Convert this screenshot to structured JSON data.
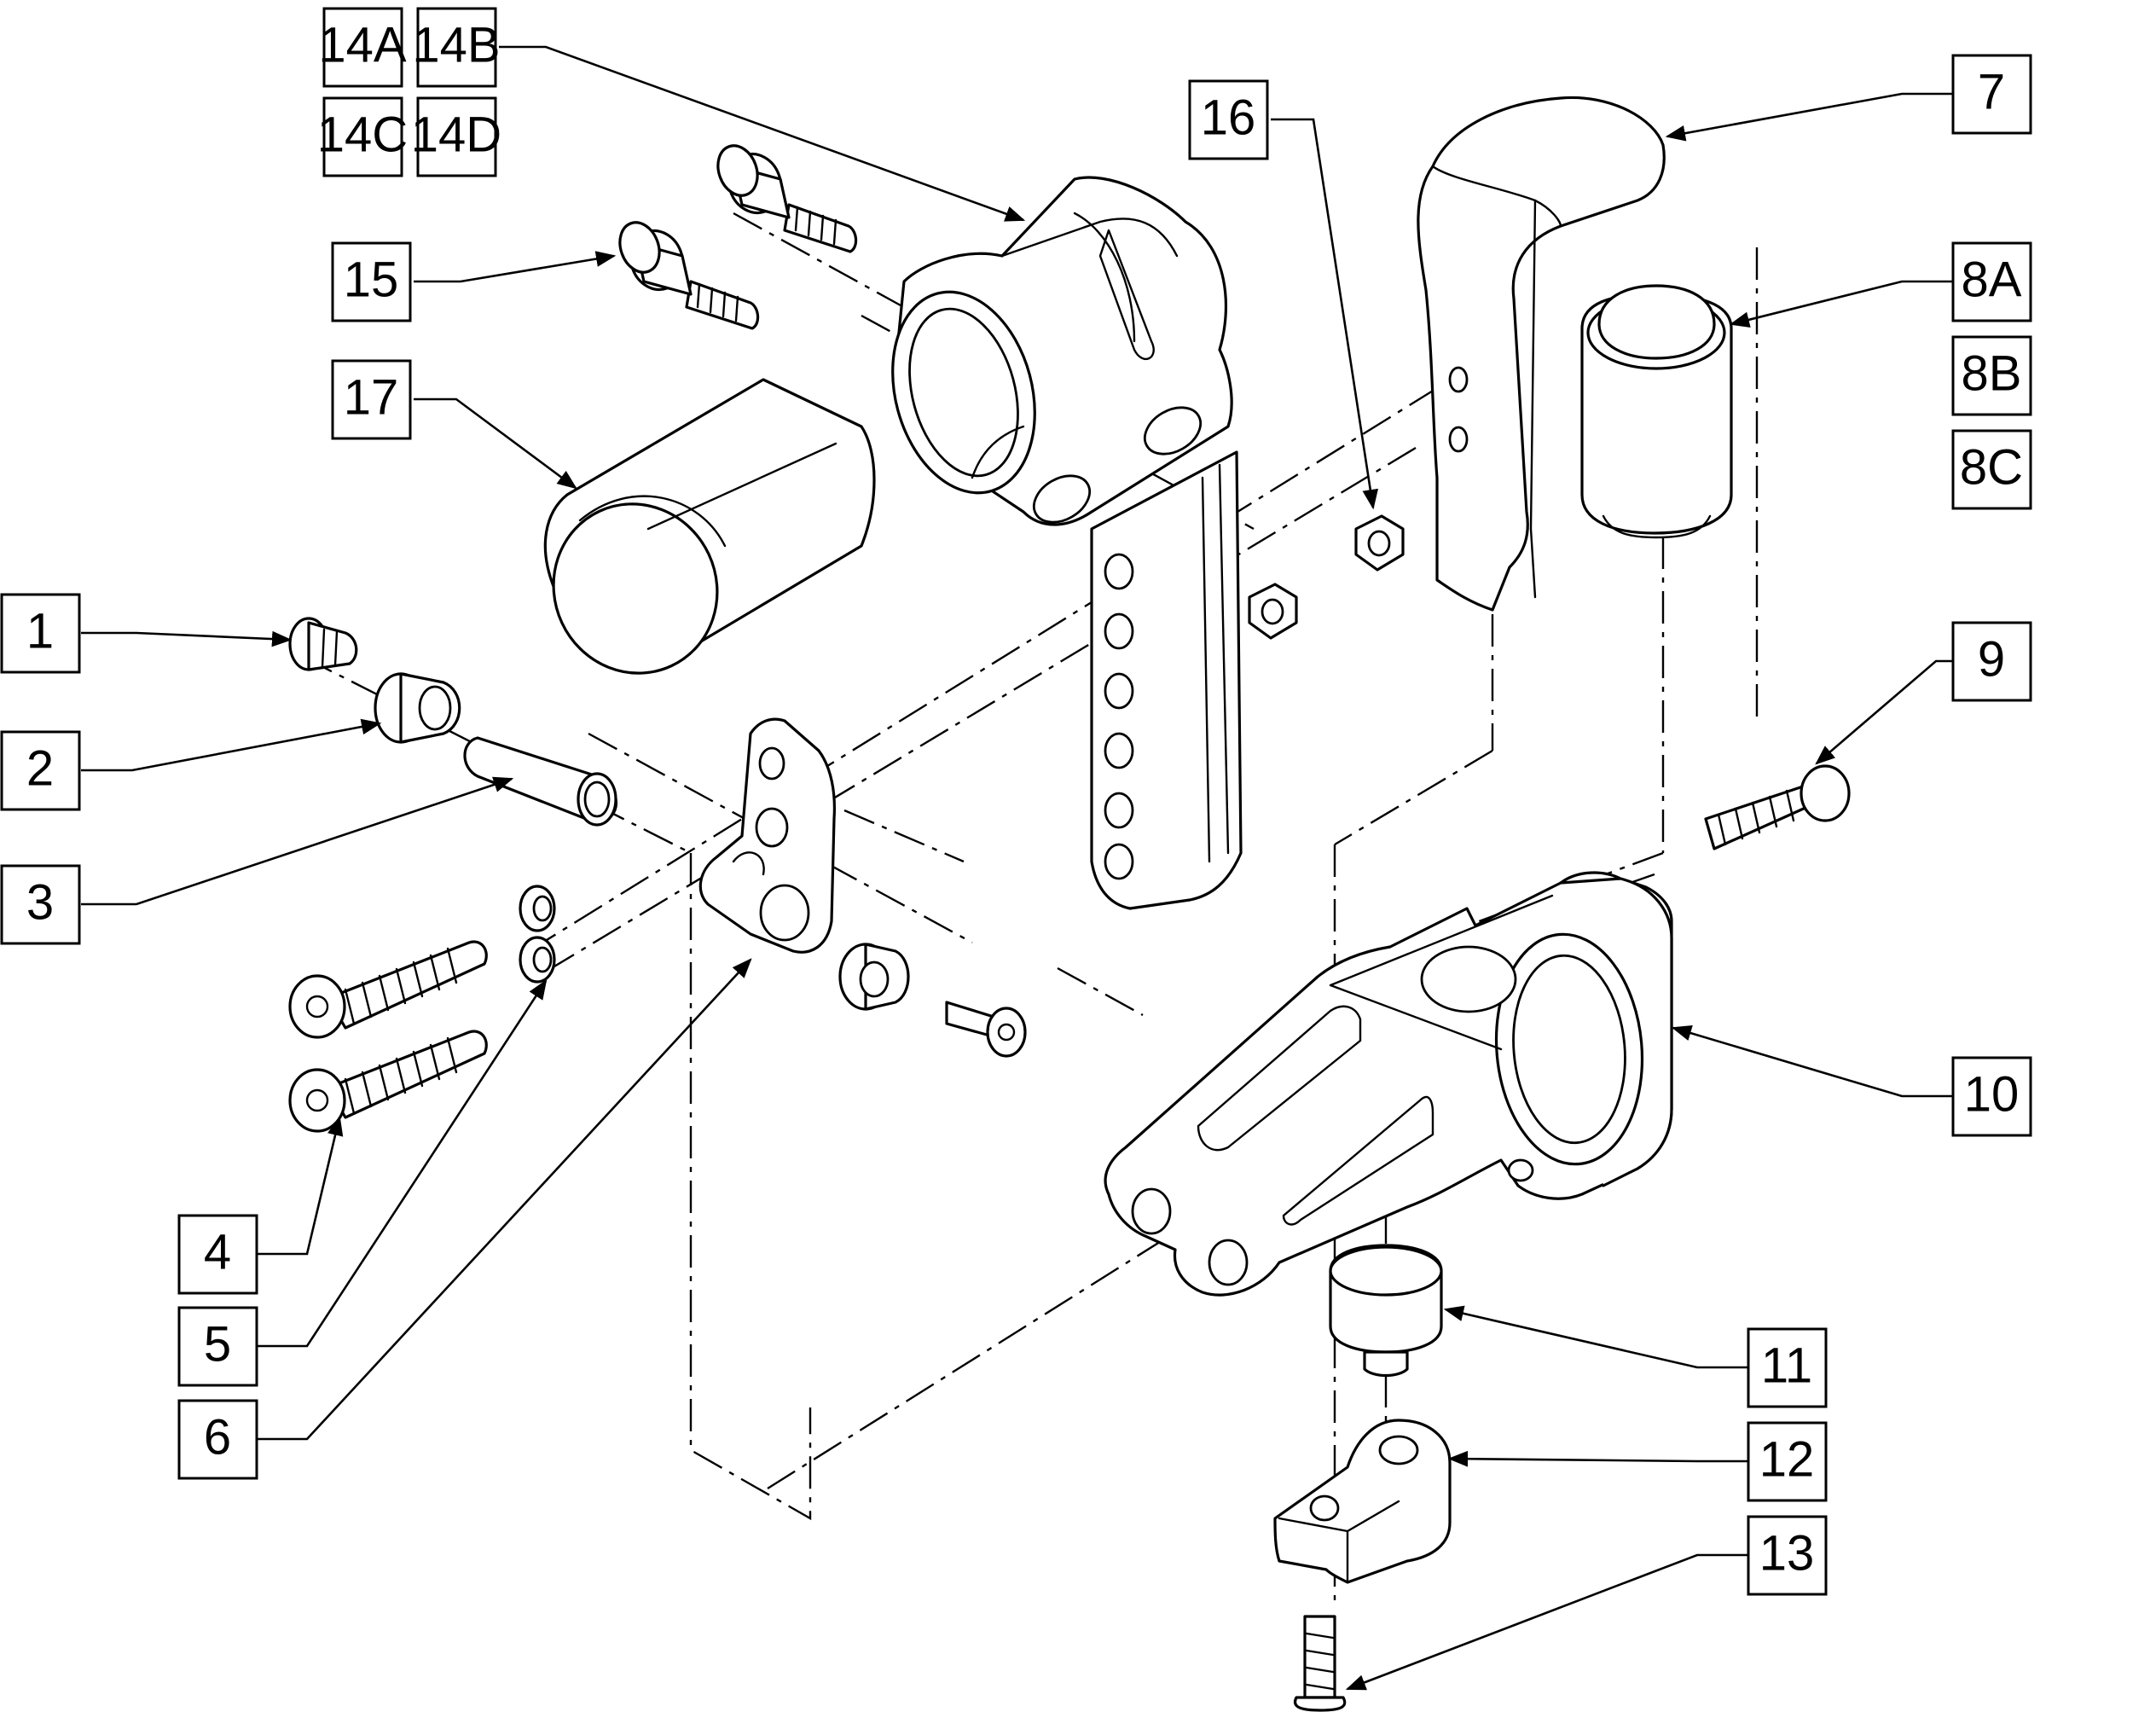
{
  "diagram": {
    "type": "exploded-parts-diagram",
    "labels": [
      {
        "id": "1",
        "text": "1"
      },
      {
        "id": "2",
        "text": "2"
      },
      {
        "id": "3",
        "text": "3"
      },
      {
        "id": "4",
        "text": "4"
      },
      {
        "id": "5",
        "text": "5"
      },
      {
        "id": "6",
        "text": "6"
      },
      {
        "id": "7",
        "text": "7"
      },
      {
        "id": "8A",
        "text": "8A"
      },
      {
        "id": "8B",
        "text": "8B"
      },
      {
        "id": "8C",
        "text": "8C"
      },
      {
        "id": "9",
        "text": "9"
      },
      {
        "id": "10",
        "text": "10"
      },
      {
        "id": "11",
        "text": "11"
      },
      {
        "id": "12",
        "text": "12"
      },
      {
        "id": "13",
        "text": "13"
      },
      {
        "id": "14A",
        "text": "14A"
      },
      {
        "id": "14B",
        "text": "14B"
      },
      {
        "id": "14C",
        "text": "14C"
      },
      {
        "id": "14D",
        "text": "14D"
      },
      {
        "id": "15",
        "text": "15"
      },
      {
        "id": "16",
        "text": "16"
      },
      {
        "id": "17",
        "text": "17"
      }
    ]
  }
}
